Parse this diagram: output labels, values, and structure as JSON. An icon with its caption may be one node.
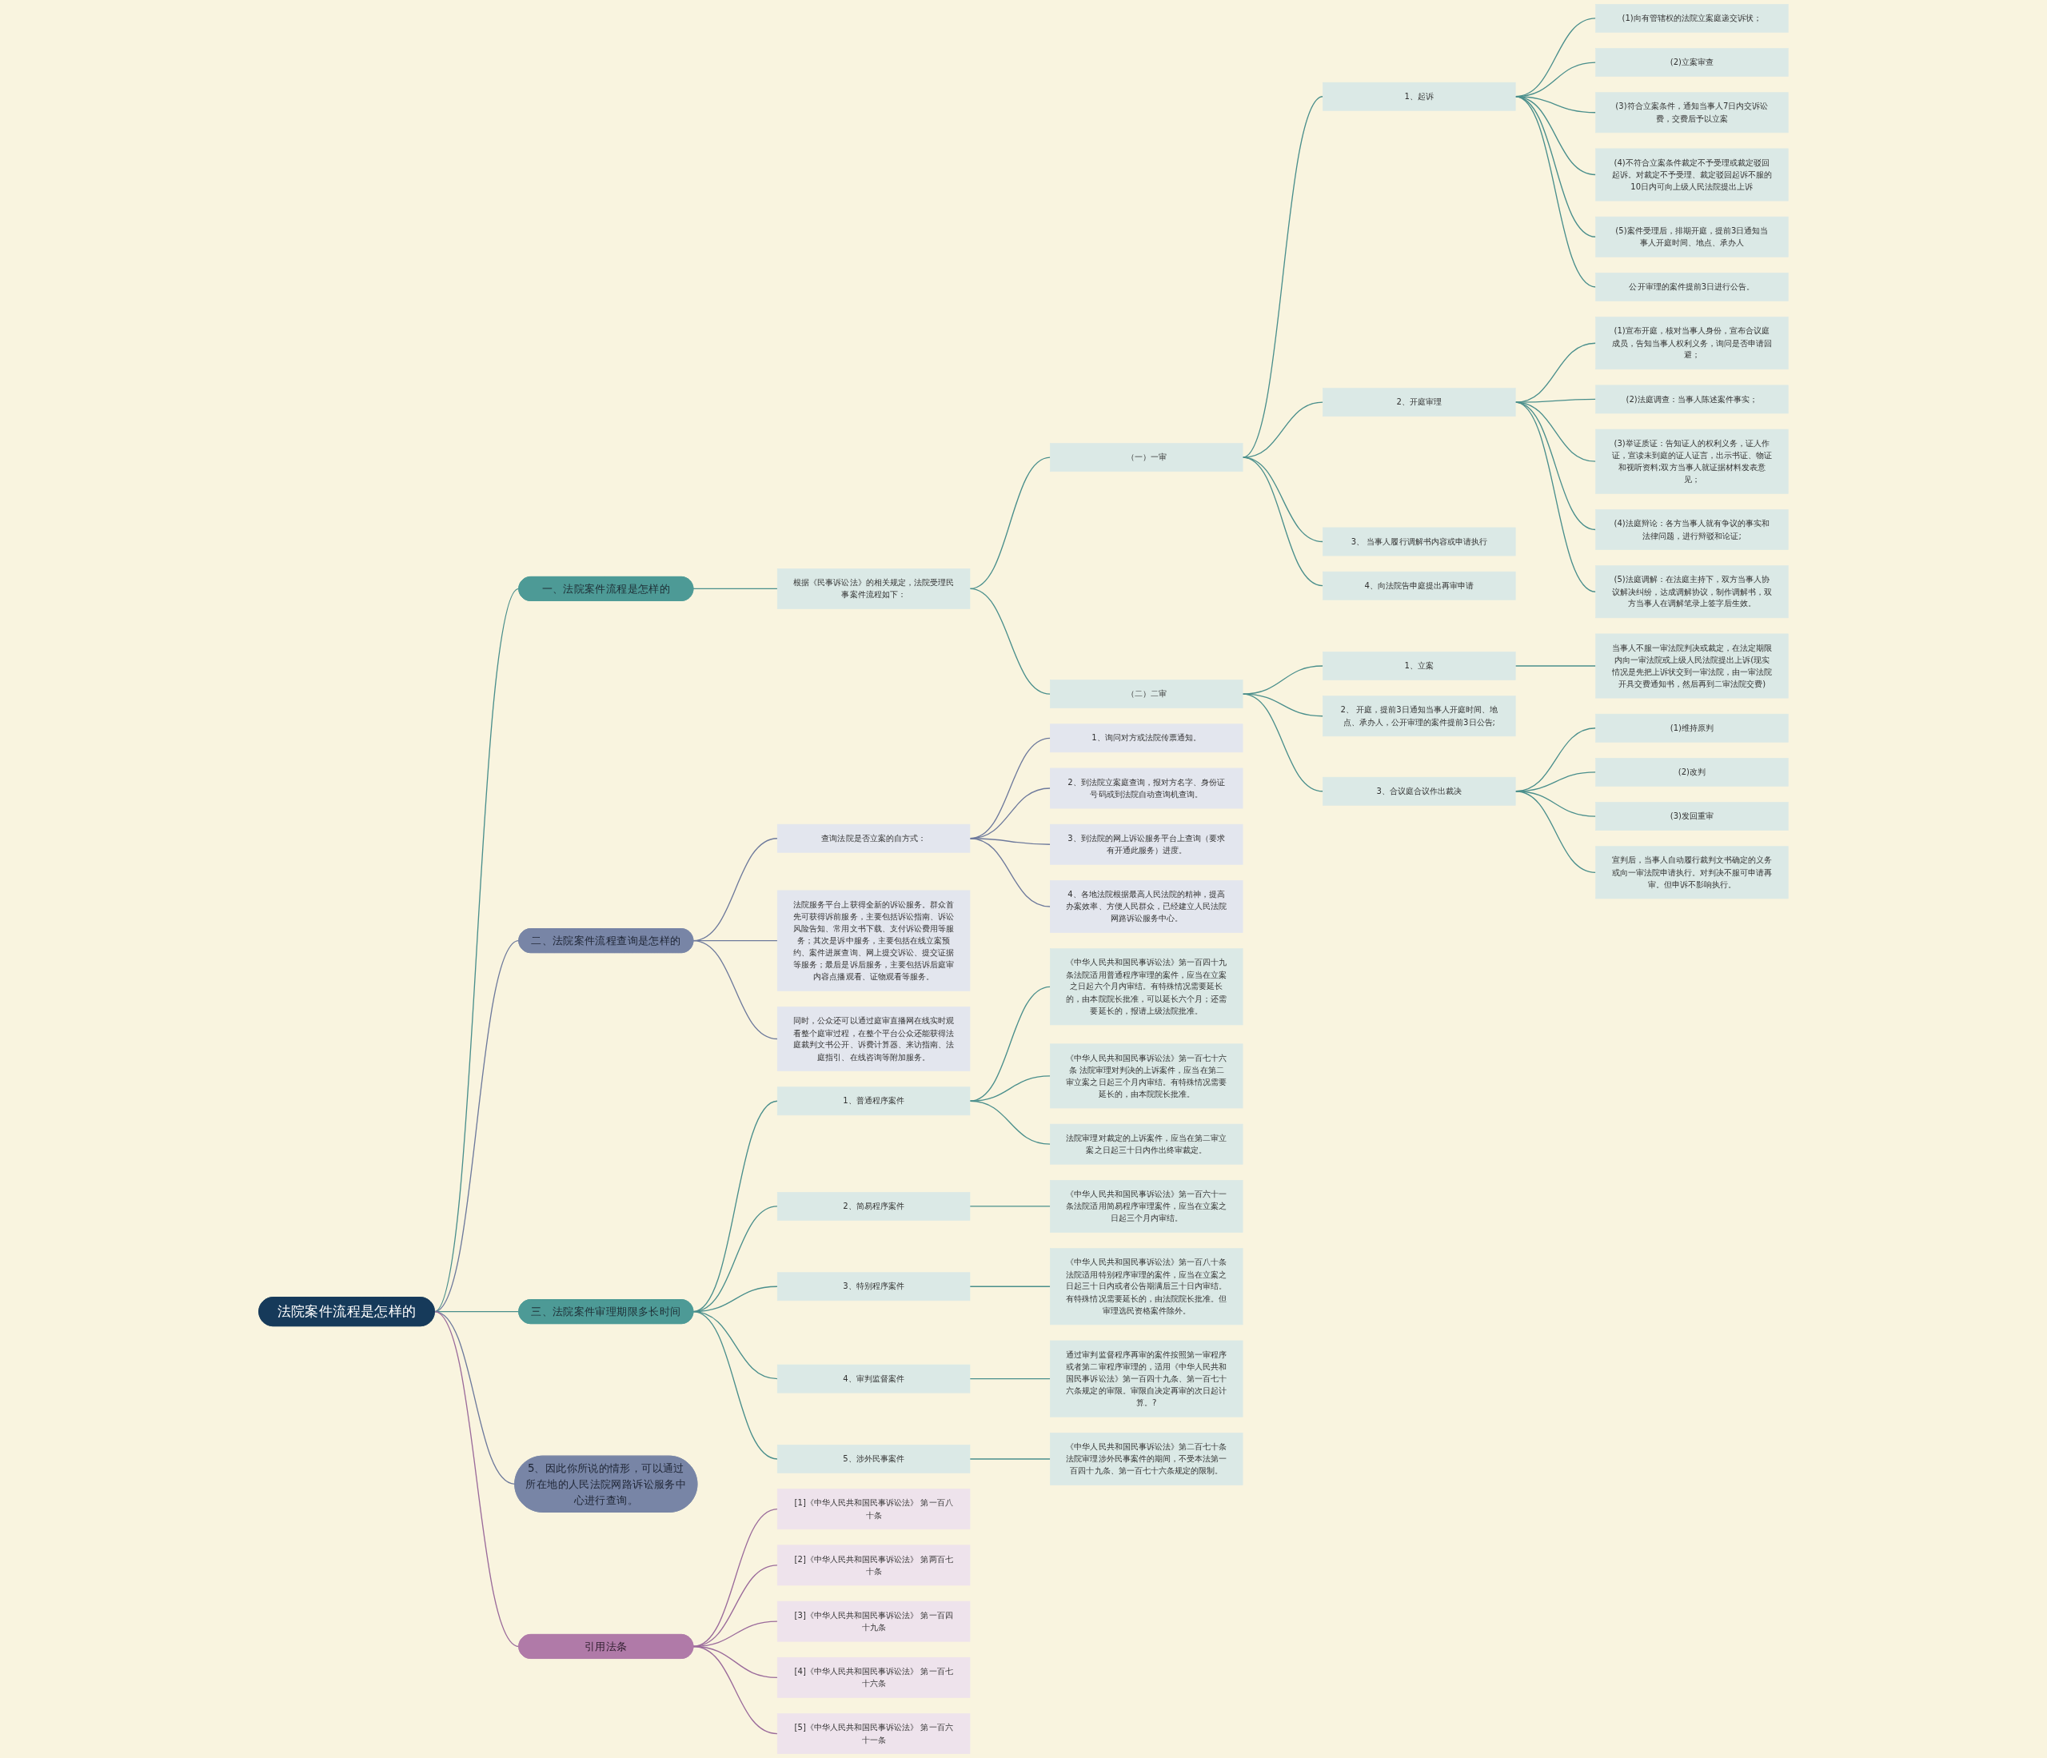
{
  "diagram": {
    "nodes": [
      {
        "text": [
          "法院案件流程是怎样的"
        ]
      },
      {
        "text": [
          "一、法院案件流程是怎样的"
        ]
      },
      {
        "text": [
          "根据《民事诉讼法》的相关规定，法院受理民事案件流程如下："
        ]
      },
      {
        "text": [
          "（一）一审"
        ]
      },
      {
        "text": [
          "1、起诉"
        ]
      },
      {
        "text": [
          "(1)向有管辖权的法院立案庭递交诉状；"
        ]
      },
      {
        "text": [
          "(2)立案审查"
        ]
      },
      {
        "text": [
          "(3)符合立案条件，通知当事人7日内交诉讼费，交费后予以立案"
        ]
      },
      {
        "text": [
          "(4)不符合立案条件裁定不予受理或裁定驳回起诉。对裁定不予受理、裁定驳回起诉不服的10日内可向上级人民法院提出上诉"
        ]
      },
      {
        "text": [
          "(5)案件受理后，排期开庭，提前3日通知当事人开庭时间、地点、承办人"
        ]
      },
      {
        "text": [
          "公开审理的案件提前3日进行公告。"
        ]
      },
      {
        "text": [
          "2、开庭审理"
        ]
      },
      {
        "text": [
          "(1)宣布开庭，核对当事人身份，宣布合议庭成员，告知当事人权利义务，询问是否申请回避；"
        ]
      },
      {
        "text": [
          "(2)法庭调查：当事人陈述案件事实；"
        ]
      },
      {
        "text": [
          "(3)举证质证：告知证人的权利义务，证人作证，宣读未到庭的证人证言，出示书证、物证和视听资料;双方当事人就证据材料发表意见；"
        ]
      },
      {
        "text": [
          "(4)法庭辩论：各方当事人就有争议的事实和法律问题，进行辩驳和论证;"
        ]
      },
      {
        "text": [
          "(5)法庭调解：在法庭主持下，双方当事人协议解决纠纷，达成调解协议，制作调解书，双方当事人在调解笔录上签字后生效。"
        ]
      },
      {
        "text": [
          "3、 当事人履行调解书内容或申请执行"
        ]
      },
      {
        "text": [
          "4、向法院告申庭提出再审申请"
        ]
      },
      {
        "text": [
          "（二）二审"
        ]
      },
      {
        "text": [
          "1、立案"
        ]
      },
      {
        "text": [
          "当事人不服一审法院判决或裁定，在法定期限内向一审法院或上级人民法院提出上诉(现实情况是先把上诉状交到一审法院，由一审法院开具交费通知书，然后再到二审法院交费)"
        ]
      },
      {
        "text": [
          "2、 开庭，提前3日通知当事人开庭时间、地点、承办人，公开审理的案件提前3日公告;"
        ]
      },
      {
        "text": [
          "3、合议庭合议作出裁决"
        ]
      },
      {
        "text": [
          "(1)维持原判"
        ]
      },
      {
        "text": [
          "(2)改判"
        ]
      },
      {
        "text": [
          "(3)发回重审"
        ]
      },
      {
        "text": [
          "宣判后，当事人自动履行裁判文书确定的义务或向一审法院申请执行。对判决不服可申请再审。但申诉不影响执行。"
        ]
      },
      {
        "text": [
          "二、法院案件流程查询是怎样的"
        ]
      },
      {
        "text": [
          "查询法院是否立案的自方式："
        ]
      },
      {
        "text": [
          "1、询问对方或法院传票通知。"
        ]
      },
      {
        "text": [
          "2、到法院立案庭查询，报对方名字、身份证号码或到法院自动查询机查询。"
        ]
      },
      {
        "text": [
          "3、到法院的网上诉讼服务平台上查询（要求有开通此服务）进度。"
        ]
      },
      {
        "text": [
          "4、各地法院根据最高人民法院的精神，提高办案效率、方便人民群众，已经建立人民法院网路诉讼服务中心。"
        ]
      },
      {
        "text": [
          "法院服务平台上获得全新的诉讼服务。群众首先可获得诉前服务，主要包括诉讼指南、诉讼风险告知、常用文书下载、支付诉讼费用等服务；其次是诉中服务，主要包括在线立案预约、案件进展查询、网上提交诉讼、提交证据等服务；最后是诉后服务，主要包括诉后庭审内容点播观看、证物观看等服务。"
        ]
      },
      {
        "text": [
          "同时，公众还可以通过庭审直播网在线实时观看整个庭审过程，在整个平台公众还能获得法庭裁判文书公开、诉费计算器、来访指南、法庭指引、在线咨询等附加服务。"
        ]
      },
      {
        "text": [
          "三、法院案件审理期限多长时间"
        ]
      },
      {
        "text": [
          "1、普通程序案件"
        ]
      },
      {
        "text": [
          "《中华人民共和国民事诉讼法》第一百四十九条法院适用普通程序审理的案件，应当在立案之日起六个月内审结。有特殊情况需要延长的，由本院院长批准，可以延长六个月；还需要延长的，报请上级法院批准。"
        ]
      },
      {
        "text": [
          "《中华人民共和国民事诉讼法》第一百七十六条 法院审理对判决的上诉案件，应当在第二审立案之日起三个月内审结。有特殊情况需要延长的，由本院院长批准。"
        ]
      },
      {
        "text": [
          "法院审理对裁定的上诉案件，应当在第二审立案之日起三十日内作出终审裁定。"
        ]
      },
      {
        "text": [
          "2、简易程序案件"
        ]
      },
      {
        "text": [
          "《中华人民共和国民事诉讼法》第一百六十一条法院适用简易程序审理案件，应当在立案之日起三个月内审结。"
        ]
      },
      {
        "text": [
          "3、特别程序案件"
        ]
      },
      {
        "text": [
          "《中华人民共和国民事诉讼法》第一百八十条法院适用特别程序审理的案件，应当在立案之日起三十日内或者公告期满后三十日内审结。有特殊情况需要延长的，由法院院长批准。但审理选民资格案件除外。"
        ]
      },
      {
        "text": [
          "4、审判监督案件"
        ]
      },
      {
        "text": [
          "通过审判监督程序再审的案件按照第一审程序或者第二审程序审理的，适用《中华人民共和国民事诉讼法》第一百四十九条、第一百七十六条规定的审限。审限自决定再审的次日起计算。?"
        ]
      },
      {
        "text": [
          "5、涉外民事案件"
        ]
      },
      {
        "text": [
          "《中华人民共和国民事诉讼法》第二百七十条法院审理涉外民事案件的期间，不受本法第一百四十九条、第一百七十六条规定的限制。"
        ]
      },
      {
        "text": [
          "5、因此你所说的情形，可以通过所在地的人民法院网路诉讼服务中心进行查询。"
        ]
      },
      {
        "text": [
          "引用法条"
        ]
      },
      {
        "text": [
          "[1]《中华人民共和国民事诉讼法》 第一百八十条"
        ]
      },
      {
        "text": [
          "[2]《中华人民共和国民事诉讼法》 第两百七十条"
        ]
      },
      {
        "text": [
          "[3]《中华人民共和国民事诉讼法》 第一百四十九条"
        ]
      },
      {
        "text": [
          "[4]《中华人民共和国民事诉讼法》 第一百七十六条"
        ]
      },
      {
        "text": [
          "[5]《中华人民共和国民事诉讼法》 第一百六十一条"
        ]
      }
    ],
    "edges": [
      {
        "from": 0,
        "to": 1,
        "arrow": "none"
      },
      {
        "from": 1,
        "to": 2,
        "arrow": "none"
      },
      {
        "from": 2,
        "to": 3,
        "arrow": "none"
      },
      {
        "from": 3,
        "to": 4,
        "arrow": "none"
      },
      {
        "from": 4,
        "to": 5,
        "arrow": "none"
      },
      {
        "from": 4,
        "to": 6,
        "arrow": "none"
      },
      {
        "from": 4,
        "to": 7,
        "arrow": "none"
      },
      {
        "from": 4,
        "to": 8,
        "arrow": "none"
      },
      {
        "from": 4,
        "to": 9,
        "arrow": "none"
      },
      {
        "from": 4,
        "to": 10,
        "arrow": "none"
      },
      {
        "from": 3,
        "to": 11,
        "arrow": "none"
      },
      {
        "from": 11,
        "to": 12,
        "arrow": "none"
      },
      {
        "from": 11,
        "to": 13,
        "arrow": "none"
      },
      {
        "from": 11,
        "to": 14,
        "arrow": "none"
      },
      {
        "from": 11,
        "to": 15,
        "arrow": "none"
      },
      {
        "from": 11,
        "to": 16,
        "arrow": "none"
      },
      {
        "from": 3,
        "to": 17,
        "arrow": "none"
      },
      {
        "from": 3,
        "to": 18,
        "arrow": "none"
      },
      {
        "from": 2,
        "to": 19,
        "arrow": "none"
      },
      {
        "from": 19,
        "to": 20,
        "arrow": "none"
      },
      {
        "from": 20,
        "to": 21,
        "arrow": "none"
      },
      {
        "from": 19,
        "to": 22,
        "arrow": "none"
      },
      {
        "from": 19,
        "to": 23,
        "arrow": "none"
      },
      {
        "from": 23,
        "to": 24,
        "arrow": "none"
      },
      {
        "from": 23,
        "to": 25,
        "arrow": "none"
      },
      {
        "from": 23,
        "to": 26,
        "arrow": "none"
      },
      {
        "from": 23,
        "to": 27,
        "arrow": "none"
      },
      {
        "from": 0,
        "to": 28,
        "arrow": "none",
        "color": "#6e7a9c"
      },
      {
        "from": 28,
        "to": 29,
        "arrow": "none",
        "color": "#6e7a9c"
      },
      {
        "from": 29,
        "to": 30,
        "arrow": "none",
        "color": "#6e7a9c"
      },
      {
        "from": 29,
        "to": 31,
        "arrow": "none",
        "color": "#6e7a9c"
      },
      {
        "from": 29,
        "to": 32,
        "arrow": "none",
        "color": "#6e7a9c"
      },
      {
        "from": 29,
        "to": 33,
        "arrow": "none",
        "color": "#6e7a9c"
      },
      {
        "from": 28,
        "to": 34,
        "arrow": "none",
        "color": "#6e7a9c"
      },
      {
        "from": 28,
        "to": 35,
        "arrow": "none",
        "color": "#6e7a9c"
      },
      {
        "from": 0,
        "to": 36,
        "arrow": "none"
      },
      {
        "from": 36,
        "to": 37,
        "arrow": "none"
      },
      {
        "from": 37,
        "to": 38,
        "arrow": "none"
      },
      {
        "from": 37,
        "to": 39,
        "arrow": "none"
      },
      {
        "from": 37,
        "to": 40,
        "arrow": "none"
      },
      {
        "from": 36,
        "to": 41,
        "arrow": "none"
      },
      {
        "from": 41,
        "to": 42,
        "arrow": "none"
      },
      {
        "from": 36,
        "to": 43,
        "arrow": "none"
      },
      {
        "from": 43,
        "to": 44,
        "arrow": "none"
      },
      {
        "from": 36,
        "to": 45,
        "arrow": "none"
      },
      {
        "from": 45,
        "to": 46,
        "arrow": "none"
      },
      {
        "from": 36,
        "to": 47,
        "arrow": "none"
      },
      {
        "from": 47,
        "to": 48,
        "arrow": "none"
      },
      {
        "from": 0,
        "to": 49,
        "arrow": "none",
        "color": "#6e7a9c"
      },
      {
        "from": 0,
        "to": 50,
        "arrow": "none",
        "color": "#9b6b9b"
      },
      {
        "from": 50,
        "to": 51,
        "arrow": "none",
        "color": "#9b6b9b"
      },
      {
        "from": 50,
        "to": 52,
        "arrow": "none",
        "color": "#9b6b9b"
      },
      {
        "from": 50,
        "to": 53,
        "arrow": "none",
        "color": "#9b6b9b"
      },
      {
        "from": 50,
        "to": 54,
        "arrow": "none",
        "color": "#9b6b9b"
      },
      {
        "from": 50,
        "to": 55,
        "arrow": "none",
        "color": "#9b6b9b"
      }
    ]
  }
}
